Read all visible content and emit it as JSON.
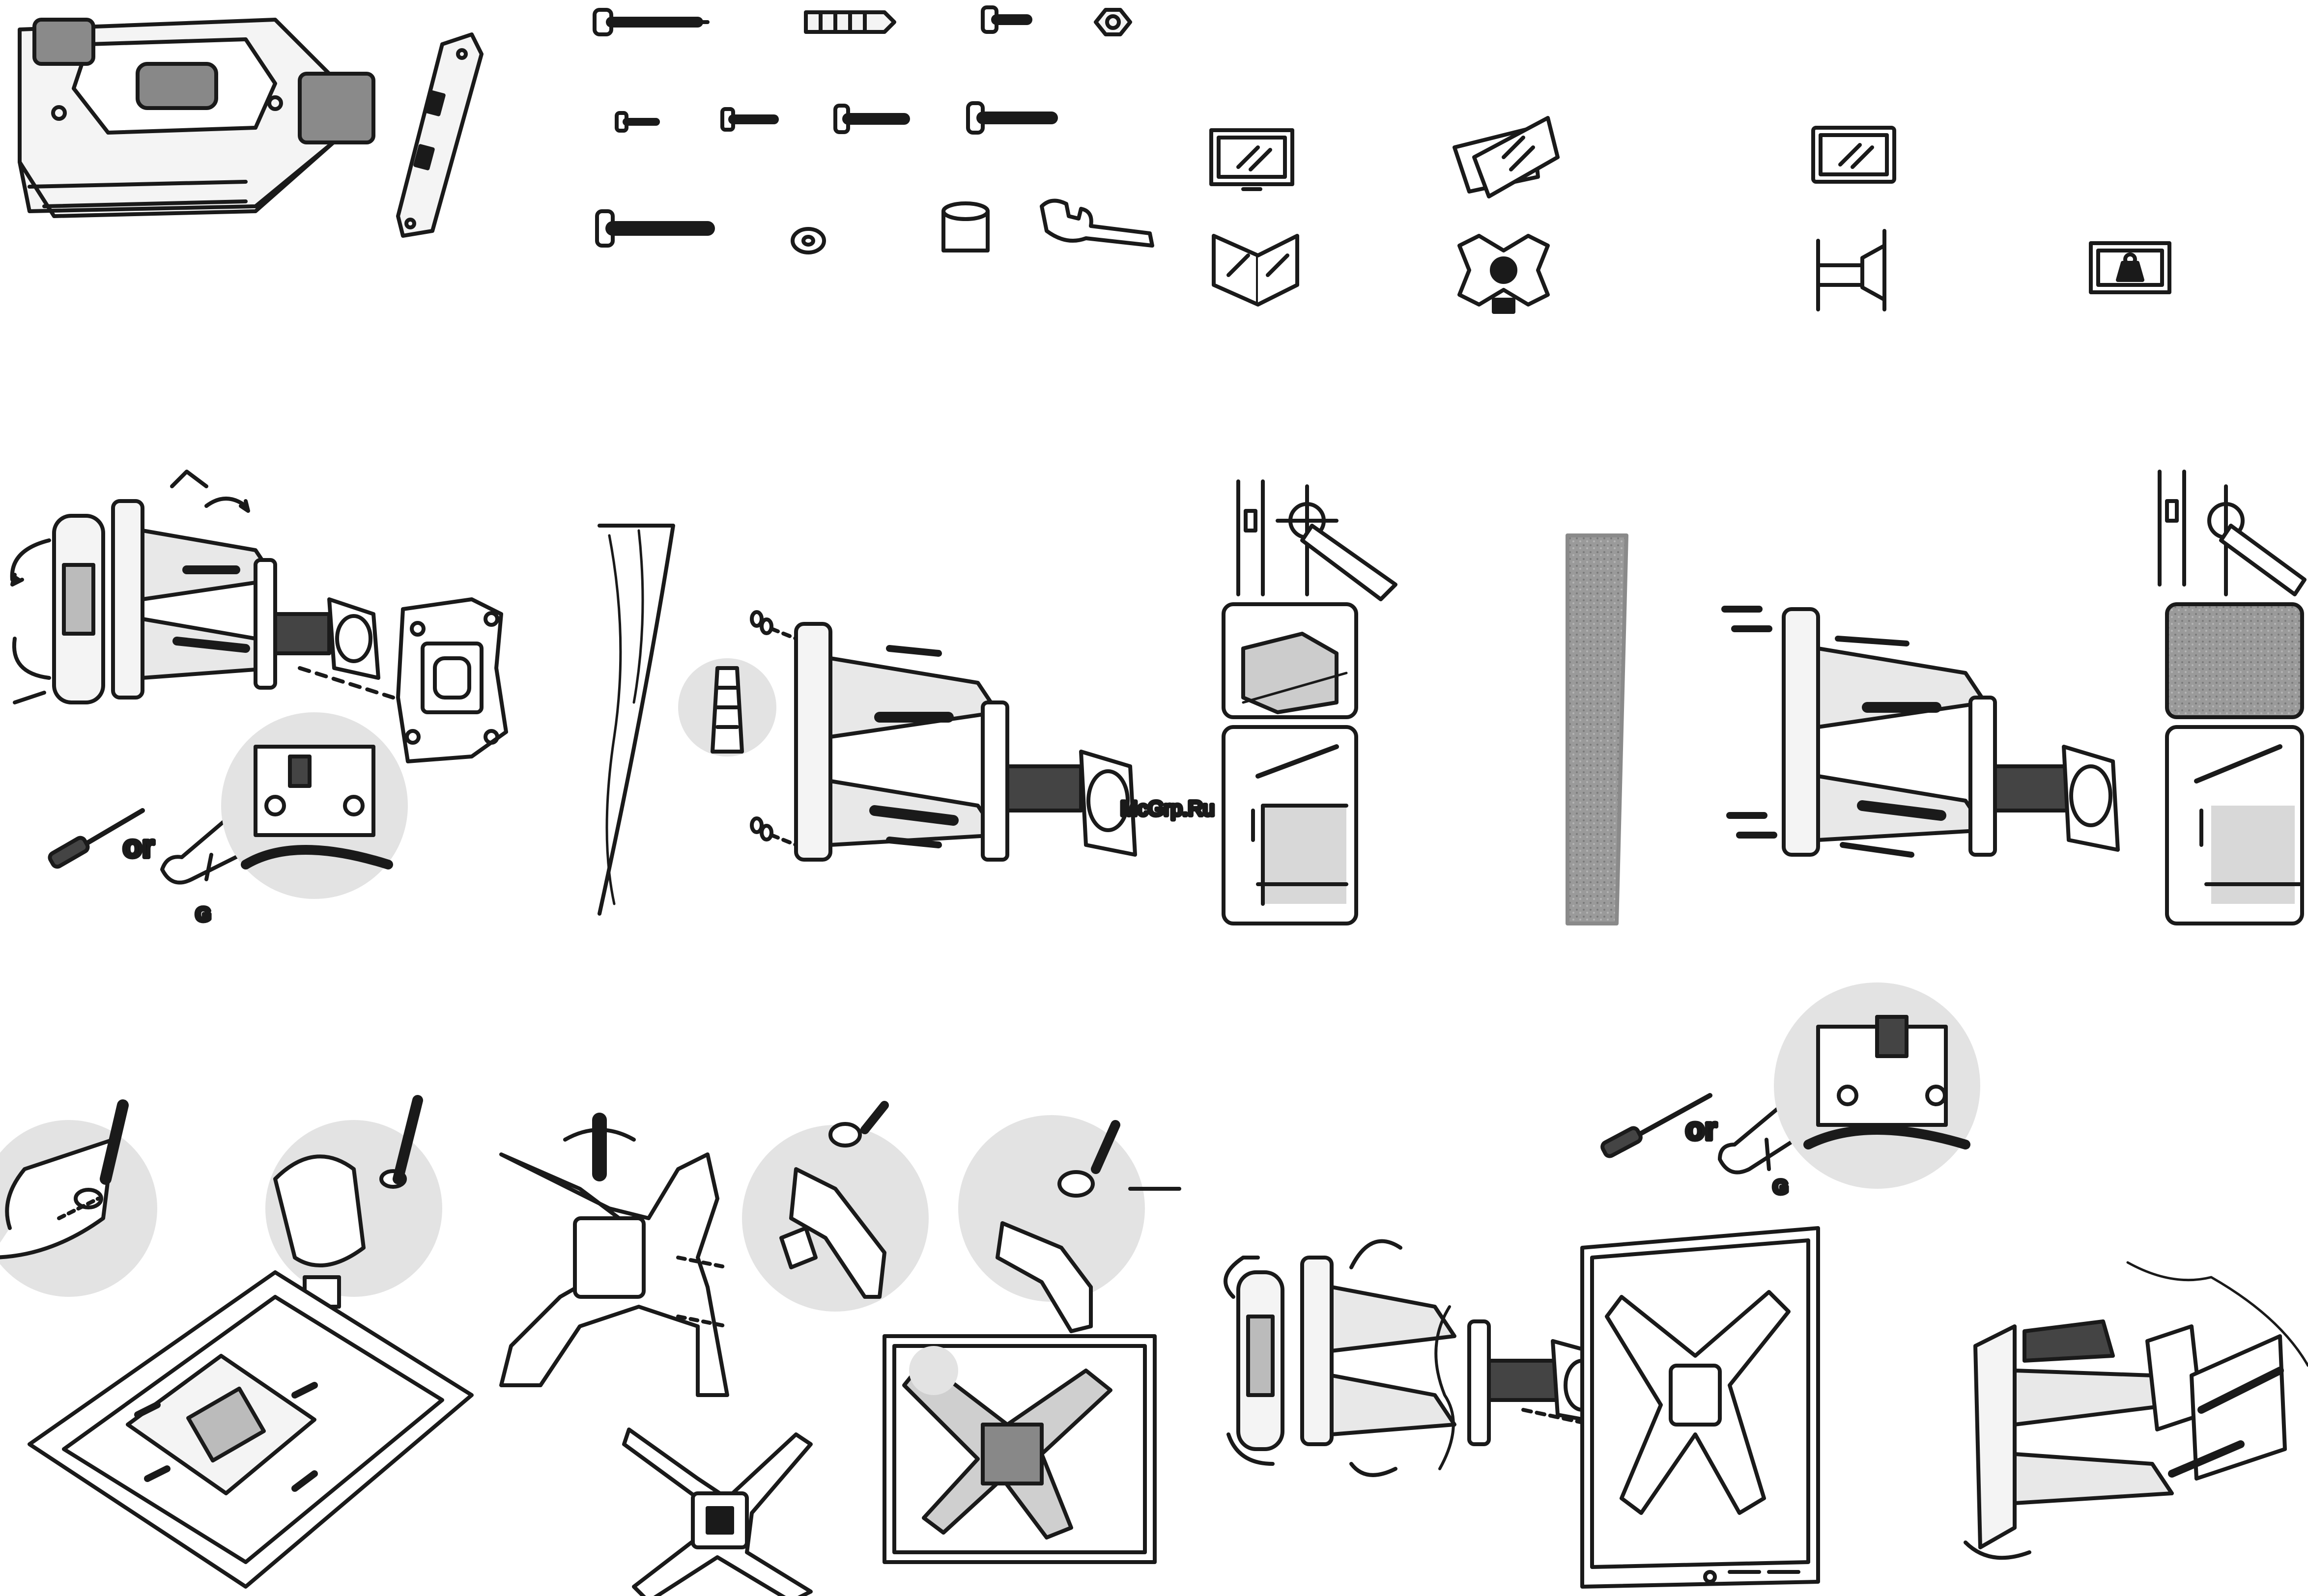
{
  "labels": {
    "or_left": "or",
    "tool_g_left": "G",
    "or_right": "or",
    "tool_g_right": "G"
  },
  "watermark": "McGrp.Ru",
  "colors": {
    "ink": "#1a1a1a",
    "gray_circle": "#e3e3e3",
    "gray_fill": "#cfcfcf",
    "dark_fill": "#555555",
    "concrete": "#9c9c9c",
    "watermark": "#d01f2b"
  },
  "icons": [
    "bracket-icon",
    "wall-plate-icon",
    "wood-screw-icon",
    "anchor-icon",
    "bolt-icon",
    "nut-icon",
    "washer-icon",
    "spacer-icon",
    "wrench-icon",
    "tv-icon",
    "tilt-icon",
    "flat-panel-icon",
    "swivel-icon",
    "vesa-icon",
    "extension-icon",
    "weight-icon",
    "screwdriver-icon",
    "pencil-icon",
    "drill-bit-icon"
  ]
}
